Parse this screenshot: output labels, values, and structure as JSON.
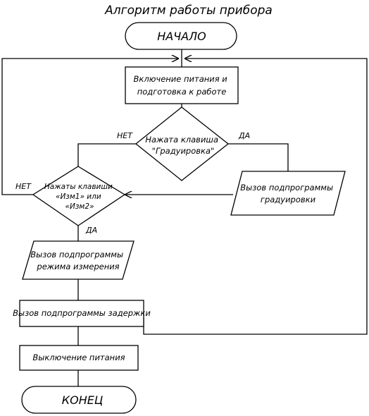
{
  "title": "Алгоритм работы прибора",
  "start": "НАЧАЛО",
  "end": "КОНЕЦ",
  "power_on": [
    "Включение питания и",
    "подготовка к работе"
  ],
  "decision_calibration": [
    "Нажата клавиша",
    "\"Градуировка\""
  ],
  "calibration_call": [
    "Вызов подпрограммы",
    "градуировки"
  ],
  "decision_measure": [
    "Нажаты клавиши",
    "«Изм1» или",
    "«Изм2»"
  ],
  "measure_call": [
    "Вызов подпрограммы",
    "режима измерения"
  ],
  "delay_call": "Вызов подпрограммы задержки",
  "power_off": "Выключение питания",
  "labels": {
    "no": "НЕТ",
    "yes": "ДА"
  },
  "colors": {
    "stroke": "#000000",
    "background": "#ffffff"
  }
}
